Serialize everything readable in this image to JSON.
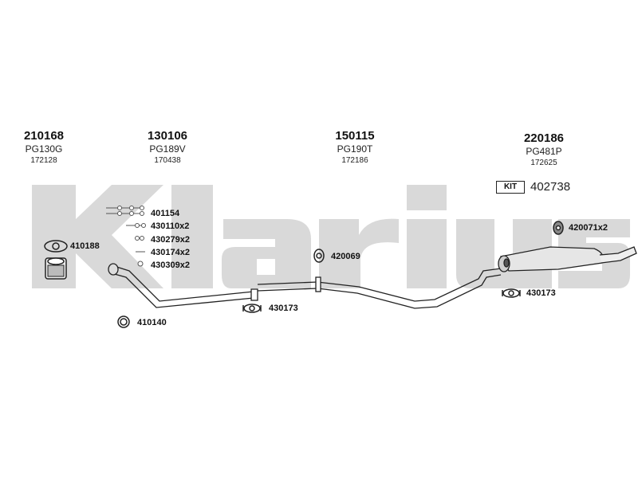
{
  "watermark": {
    "text": "Klarius",
    "color": "#d9d9d9"
  },
  "sections": [
    {
      "number": "210168",
      "ref": "PG130G",
      "sub": "172128"
    },
    {
      "number": "130106",
      "ref": "PG189V",
      "sub": "170438"
    },
    {
      "number": "150115",
      "ref": "PG190T",
      "sub": "172186"
    },
    {
      "number": "220186",
      "ref": "PG481P",
      "sub": "172625"
    }
  ],
  "kit": {
    "badge": "KIT",
    "number": "402738"
  },
  "labels": {
    "p401154": "401154",
    "p430110": "430110x2",
    "p430279": "430279x2",
    "p430174": "430174x2",
    "p430309": "430309x2",
    "p410188": "410188",
    "p410140": "410140",
    "p420069": "420069",
    "p430173a": "430173",
    "p430173b": "430173",
    "p420071": "420071x2"
  }
}
